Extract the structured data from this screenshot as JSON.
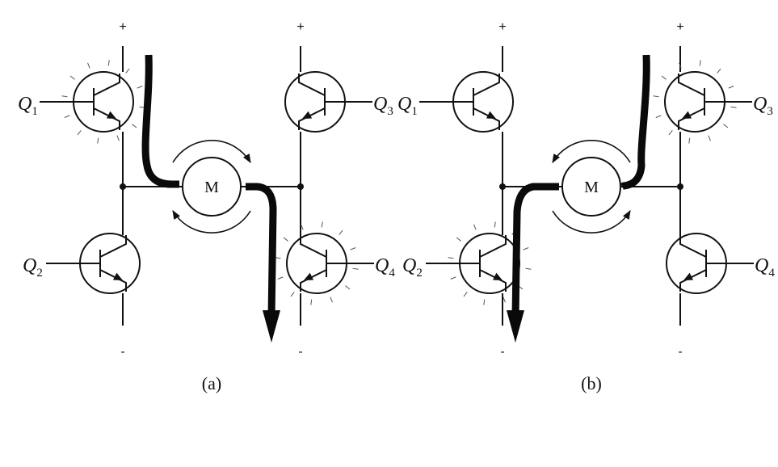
{
  "supply": {
    "plus": "+",
    "minus": "-"
  },
  "motor_label": "M",
  "transistors": [
    {
      "letter": "Q",
      "sub": "1"
    },
    {
      "letter": "Q",
      "sub": "2"
    },
    {
      "letter": "Q",
      "sub": "3"
    },
    {
      "letter": "Q",
      "sub": "4"
    }
  ],
  "panels": [
    {
      "caption": "(a)",
      "conducting": [
        "Q1",
        "Q4"
      ],
      "rotation": "clockwise"
    },
    {
      "caption": "(b)",
      "conducting": [
        "Q2",
        "Q3"
      ],
      "rotation": "counterclockwise"
    }
  ]
}
